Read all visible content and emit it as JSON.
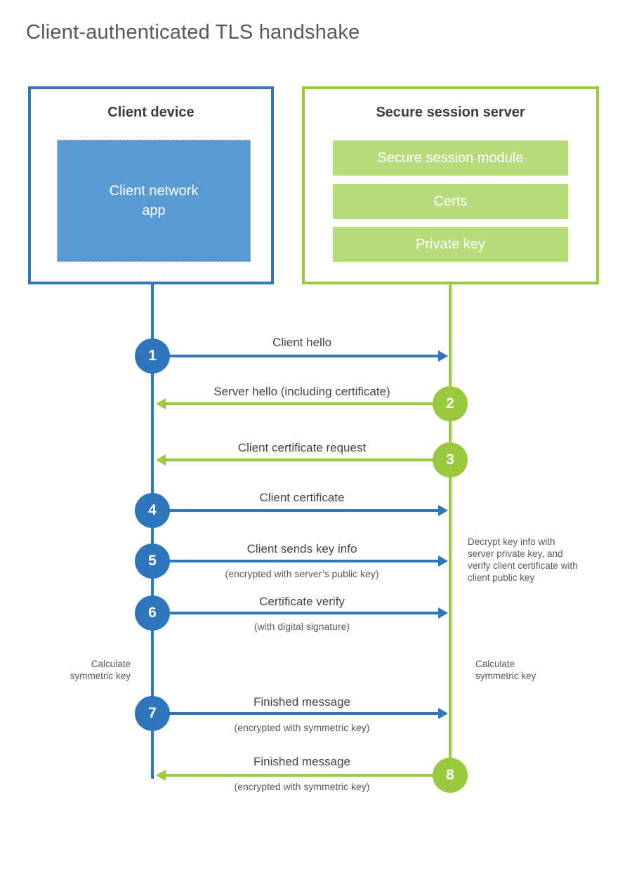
{
  "title": "Client-authenticated TLS handshake",
  "client_box": {
    "title": "Client device",
    "app_label": "Client network\napp"
  },
  "server_box": {
    "title": "Secure session server",
    "modules": [
      {
        "label": "Secure session module"
      },
      {
        "label": "Certs"
      },
      {
        "label": "Private key"
      }
    ]
  },
  "steps": [
    {
      "num": "1",
      "label": "Client hello",
      "sub": "",
      "direction": "client-to-server"
    },
    {
      "num": "2",
      "label": "Server hello (including certificate)",
      "sub": "",
      "direction": "server-to-client"
    },
    {
      "num": "3",
      "label": "Client certificate request",
      "sub": "",
      "direction": "server-to-client"
    },
    {
      "num": "4",
      "label": "Client certificate",
      "sub": "",
      "direction": "client-to-server"
    },
    {
      "num": "5",
      "label": "Client sends key info",
      "sub": "(encrypted with server’s public key)",
      "direction": "client-to-server"
    },
    {
      "num": "6",
      "label": "Certificate verify",
      "sub": "(with digital signature)",
      "direction": "client-to-server"
    },
    {
      "num": "7",
      "label": "Finished message",
      "sub": "(encrypted with symmetric key)",
      "direction": "client-to-server"
    },
    {
      "num": "8",
      "label": "Finished message",
      "sub": "(encrypted with symmetric key)",
      "direction": "server-to-client"
    }
  ],
  "notes": {
    "decrypt": "Decrypt key info with server private key, and verify client certificate with client public key",
    "calculate_left": "Calculate symmetric key",
    "calculate_right": "Calculate symmetric key"
  },
  "colors": {
    "blue": "#2d76bc",
    "blue_light": "#5b9bd5",
    "green": "#99c93c",
    "green_light": "#b7da7b",
    "title_gray": "#57585b",
    "text_dark": "#3b3c3e",
    "note_gray": "#595959"
  }
}
